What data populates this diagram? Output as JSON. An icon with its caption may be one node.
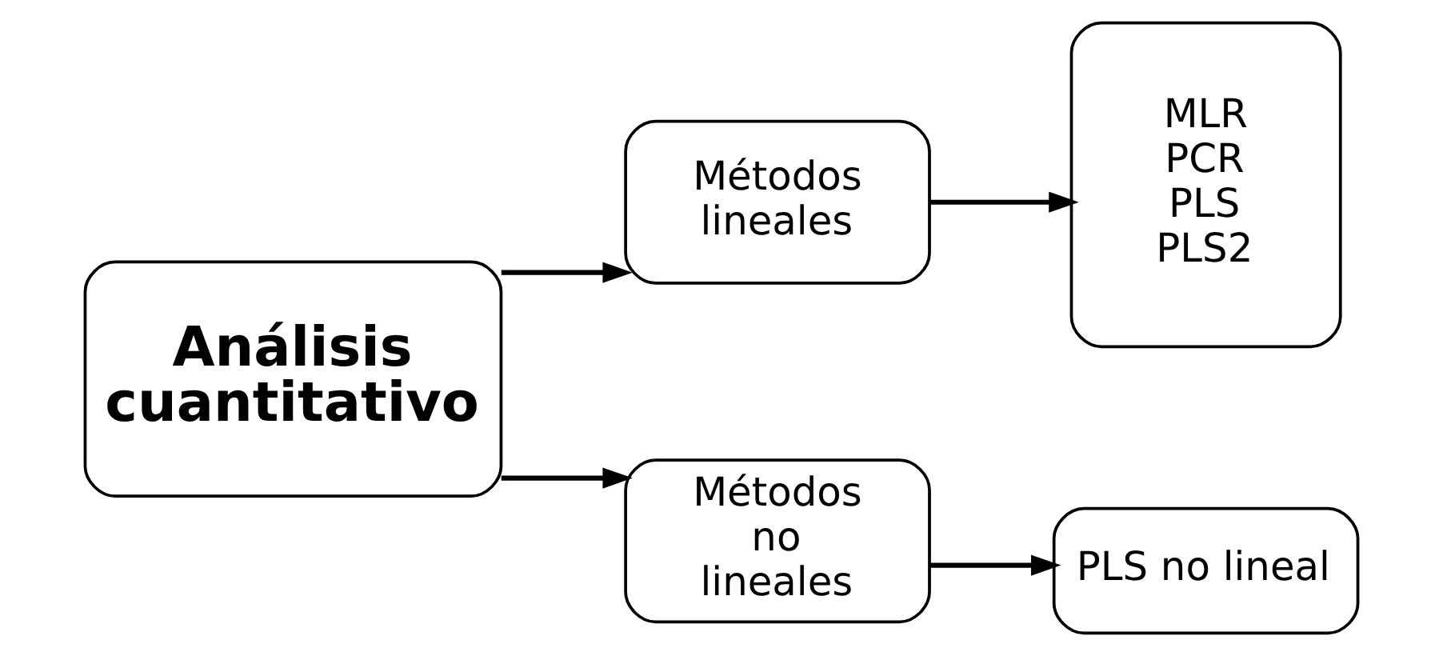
{
  "diagram": {
    "nodes": [
      {
        "text": [
          "Análisis cuantitativo"
        ]
      },
      {
        "text": [
          "Métodos lineales"
        ]
      },
      {
        "text": [
          "MLR",
          "PCR",
          "PLS",
          "PLS2"
        ]
      },
      {
        "text": [
          "Métodos no lineales"
        ]
      },
      {
        "text": [
          "PLS no lineal"
        ]
      }
    ],
    "edges": [
      {
        "from": 0,
        "to": 1,
        "arrow": "to"
      },
      {
        "from": 0,
        "to": 3,
        "arrow": "to"
      },
      {
        "from": 1,
        "to": 2,
        "arrow": "to"
      },
      {
        "from": 3,
        "to": 4,
        "arrow": "to"
      }
    ]
  }
}
